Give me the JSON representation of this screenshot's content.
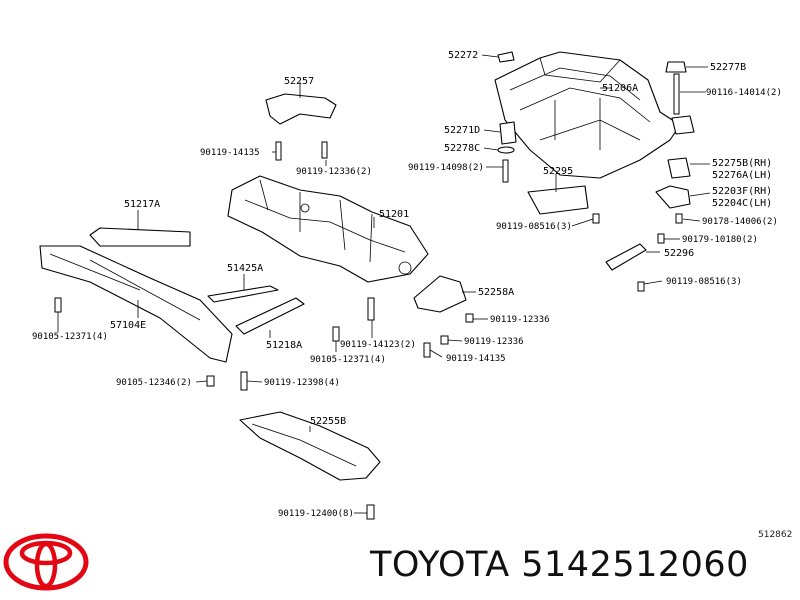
{
  "labels": {
    "p52272": "52272",
    "p52277B": "52277B",
    "p51206A": "51206A",
    "p52257": "52257",
    "p90116_14014": "90116-14014(2)",
    "p52271D": "52271D",
    "p52278C": "52278C",
    "p90119_14135_top": "90119-14135",
    "p90119_12336_2": "90119-12336(2)",
    "p90119_14098": "90119-14098(2)",
    "p52295": "52295",
    "p52275B": "52275B(RH)",
    "p52276A": "52276A(LH)",
    "p52203F": "52203F(RH)",
    "p52204C": "52204C(LH)",
    "p51217A": "51217A",
    "p51201": "51201",
    "p90178": "90178-14006(2)",
    "p90119_08516_3a": "90119-08516(3)",
    "p90179": "90179-10180(2)",
    "p52296": "52296",
    "p51425A": "51425A",
    "p90119_08516_3b": "90119-08516(3)",
    "p52258A": "52258A",
    "p90105_12371_4a": "90105-12371(4)",
    "p57104E": "57104E",
    "p90119_12336": "90119-12336",
    "p51218A": "51218A",
    "p90119_12336_b": "90119-12336",
    "p90119_14123": "90119-14123(2)",
    "p90105_12371_4b": "90105-12371(4)",
    "p90119_14135_b": "90119-14135",
    "p90105_12346": "90105-12346(2)",
    "p90119_12398": "90119-12398(4)",
    "p52255B": "52255B",
    "p90119_12400": "90119-12400(8)"
  },
  "reference_number": "512862",
  "brand_caption": "TOYOTA 5142512060",
  "logo_color": "#e30613"
}
